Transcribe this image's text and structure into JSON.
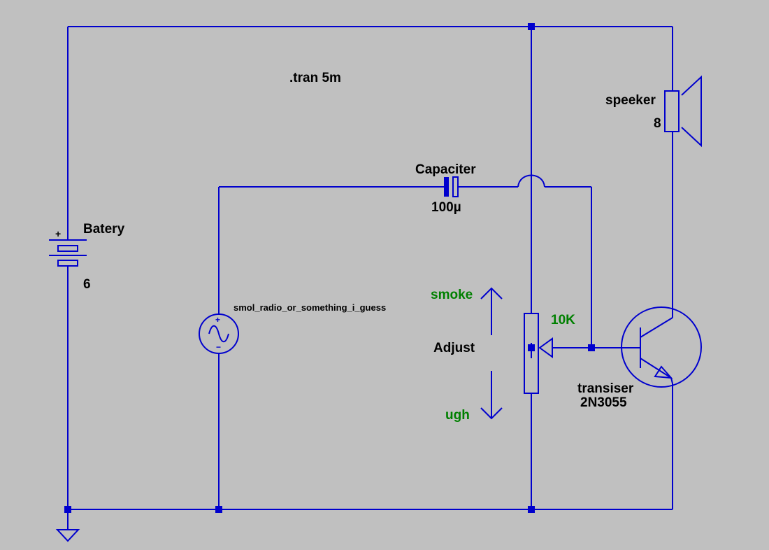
{
  "colors": {
    "background": "#c0c0c0",
    "wire": "#0000cd",
    "label": "#000000",
    "annotation": "#008000"
  },
  "directive": ".tran 5m",
  "battery": {
    "name": "Batery",
    "value": "6",
    "plus_sign": "+"
  },
  "speaker": {
    "name": "speeker",
    "value": "8"
  },
  "capacitor": {
    "name": "Capaciter",
    "value": "100µ"
  },
  "source": {
    "name": "smol_radio_or_something_i_guess",
    "plus_sign": "+",
    "minus_sign": "−"
  },
  "potentiometer": {
    "value": "10K",
    "label": "Adjust",
    "up_label": "smoke",
    "down_label": "ugh"
  },
  "transistor": {
    "name": "transiser",
    "model": "2N3055"
  },
  "icons": [
    "battery-symbol",
    "speaker-symbol",
    "capacitor-symbol",
    "ac-source-symbol",
    "potentiometer-symbol",
    "npn-transistor-symbol",
    "ground-symbol",
    "up-arrow",
    "down-arrow"
  ]
}
